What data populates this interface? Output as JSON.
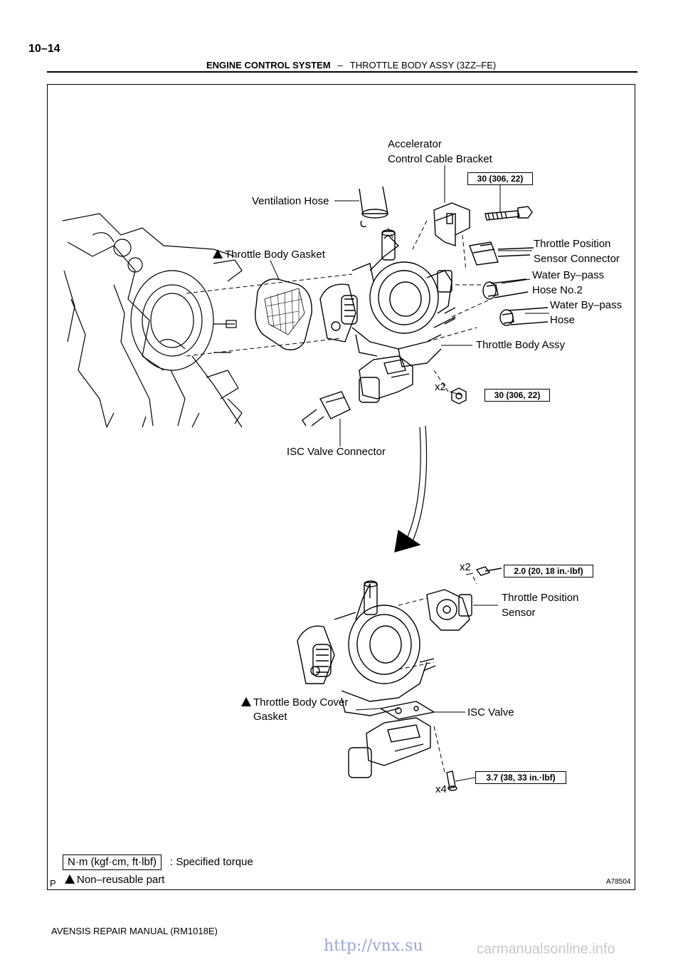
{
  "header": {
    "page_number": "10–14",
    "section": "ENGINE CONTROL SYSTEM",
    "separator": "–",
    "topic": "THROTTLE BODY ASSY (3ZZ–FE)"
  },
  "figure": {
    "id": "A78504",
    "page_mark": "P",
    "labels": {
      "accelerator_bracket_1": "Accelerator",
      "accelerator_bracket_2": "Control Cable Bracket",
      "ventilation_hose": "Ventilation Hose",
      "throttle_body_gasket": "Throttle Body Gasket",
      "tps_connector_1": "Throttle Position",
      "tps_connector_2": "Sensor Connector",
      "water_bypass_no2_1": "Water By–pass",
      "water_bypass_no2_2": "Hose No.2",
      "water_bypass_1": "Water By–pass",
      "water_bypass_2": "Hose",
      "throttle_body_assy": "Throttle Body Assy",
      "x2_nut": "x2",
      "isc_valve_connector": "ISC Valve Connector",
      "x2_screw": "x2",
      "tps_1": "Throttle Position",
      "tps_2": "Sensor",
      "cover_gasket_1": "Throttle Body Cover",
      "cover_gasket_2": "Gasket",
      "isc_valve": "ISC Valve",
      "x4_screw": "x4"
    },
    "torques": {
      "bracket_bolt": "30 (306, 22)",
      "body_nut": "30 (306, 22)",
      "tps_screw": "2.0 (20, 18 in.·lbf)",
      "isc_screw": "3.7 (38, 33 in.·lbf)"
    },
    "legend": {
      "torque_unit": "N·m (kgf·cm, ft·lbf)",
      "torque_desc": ": Specified torque",
      "nonreusable": "Non–reusable part"
    }
  },
  "footer": {
    "manual": "AVENSIS REPAIR MANUAL   (RM1018E)",
    "link": "http://vnx.su",
    "watermark": "carmanualsonline.info"
  }
}
